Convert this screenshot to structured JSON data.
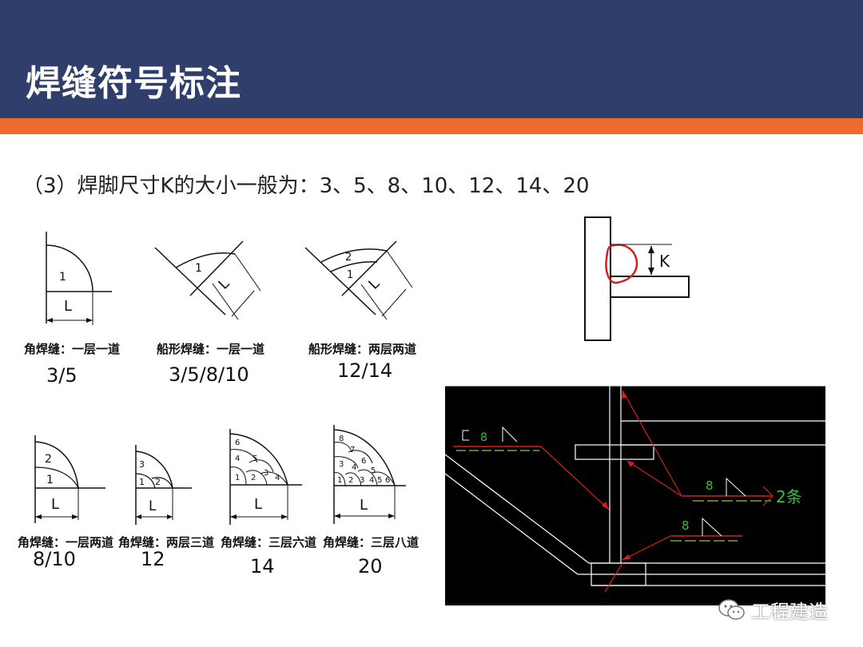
{
  "header": {
    "title": "焊缝符号标注"
  },
  "subtitle": "（3）焊脚尺寸K的大小一般为：3、5、8、10、12、14、20",
  "figures_top": [
    {
      "caption": "角焊缝：一层一道",
      "size": "3/5",
      "passes": [
        "1"
      ],
      "dim": "L"
    },
    {
      "caption": "船形焊缝：一层一道",
      "size": "3/5/8/10",
      "passes": [
        "1"
      ],
      "dim": "L"
    },
    {
      "caption": "船形焊缝：两层两道",
      "size": "12/14",
      "passes": [
        "2",
        "1"
      ],
      "dim": "L"
    }
  ],
  "figures_bottom": [
    {
      "caption": "角焊缝：一层两道",
      "size": "8/10",
      "passes": [
        "2",
        "1"
      ],
      "dim": "L"
    },
    {
      "caption": "角焊缝：两层三道",
      "size": "12",
      "passes": [
        "3",
        "1",
        "2"
      ],
      "dim": "L"
    },
    {
      "caption": "角焊缝：三层六道",
      "size": "14",
      "passes": [
        "6",
        "4",
        "5",
        "1",
        "2",
        "3",
        "4"
      ],
      "dim": "L"
    },
    {
      "caption": "角焊缝：三层八道",
      "size": "20",
      "passes": [
        "8",
        "7",
        "3",
        "6",
        "4",
        "5",
        "1",
        "2",
        "3",
        "4",
        "5",
        "6"
      ],
      "dim": "L"
    }
  ],
  "joint_diagram": {
    "label": "K"
  },
  "cad": {
    "symbol_top_left": "8",
    "symbol_right": "8",
    "symbol_middle": "8",
    "count_label": "2条"
  },
  "watermark": {
    "text": "工程建造"
  }
}
